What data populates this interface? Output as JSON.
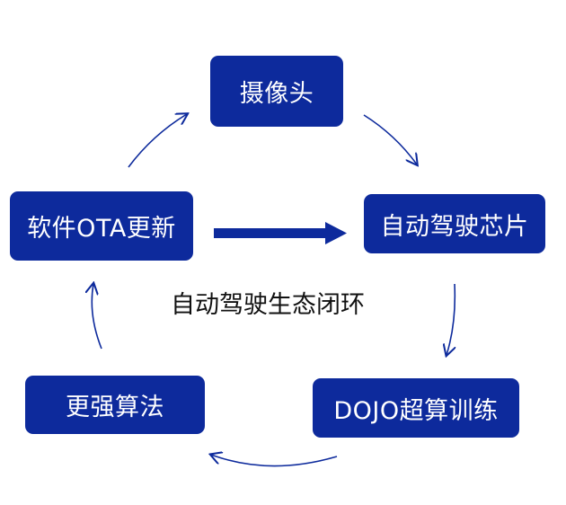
{
  "diagram": {
    "center_label": "自动驾驶生态闭环",
    "nodes": {
      "camera": "摄像头",
      "ota": "软件OTA更新",
      "chip": "自动驾驶芯片",
      "algo": "更强算法",
      "dojo": "DOJO超算训练"
    },
    "colors": {
      "node_fill": "#0d2a9c",
      "node_text": "#ffffff",
      "arrow": "#0d2a9c"
    }
  }
}
